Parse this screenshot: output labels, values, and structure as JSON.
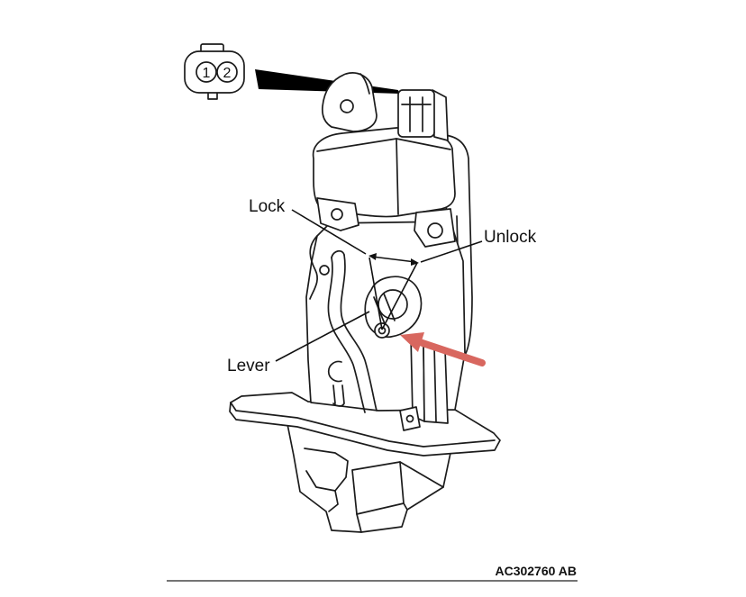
{
  "figure": {
    "connector": {
      "pin_1": "1",
      "pin_2": "2"
    },
    "labels": {
      "lock": "Lock",
      "unlock": "Unlock",
      "lever": "Lever"
    },
    "reference_code": "AC302760 AB"
  },
  "colors": {
    "background": "#ffffff",
    "line_art": "#1c1c1c",
    "connector_pointer": "#000000",
    "highlight_arrow": "#d8675f"
  },
  "icons": {
    "connector_symbol": "two-pin-connector-icon",
    "highlight_arrow": "red-arrow-icon"
  }
}
